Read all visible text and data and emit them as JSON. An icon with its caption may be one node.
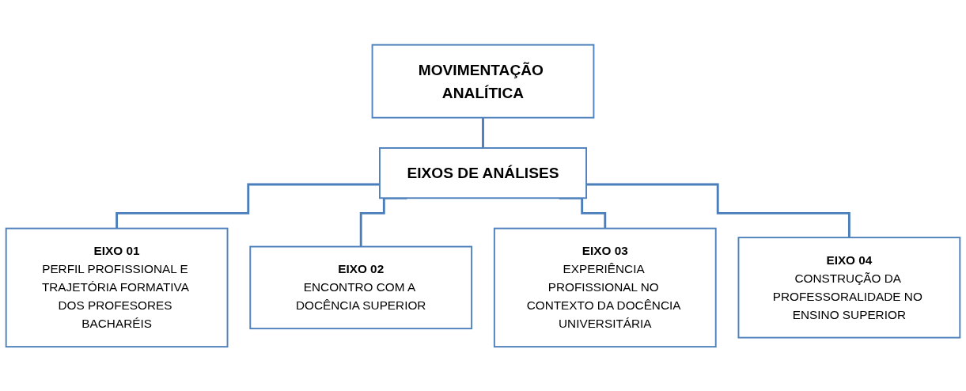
{
  "diagram": {
    "nodes": [
      {
        "text": [
          "MOVIMENTAÇÃO ANALÍTICA"
        ]
      },
      {
        "text": [
          "EIXOS DE ANÁLISES"
        ]
      },
      {
        "text": [
          "EIXO 01",
          "PERFIL PROFISSIONAL E TRAJETÓRIA FORMATIVA DOS PROFESORES BACHARÉIS"
        ]
      },
      {
        "text": [
          "EIXO 02",
          "ENCONTRO COM A DOCÊNCIA SUPERIOR"
        ]
      },
      {
        "text": [
          "EIXO 03",
          "EXPERIÊNCIA PROFISSIONAL NO CONTEXTO DA DOCÊNCIA UNIVERSITÁRIA"
        ]
      },
      {
        "text": [
          "EIXO 04",
          "CONSTRUÇÃO DA PROFESSORALIDADE NO ENSINO SUPERIOR"
        ]
      }
    ],
    "edges": [
      {
        "from": 0,
        "to": 1,
        "arrow": "none"
      },
      {
        "from": 1,
        "to": 2,
        "arrow": "none"
      },
      {
        "from": 1,
        "to": 3,
        "arrow": "none"
      },
      {
        "from": 1,
        "to": 4,
        "arrow": "none"
      },
      {
        "from": 1,
        "to": 5,
        "arrow": "none"
      }
    ]
  }
}
